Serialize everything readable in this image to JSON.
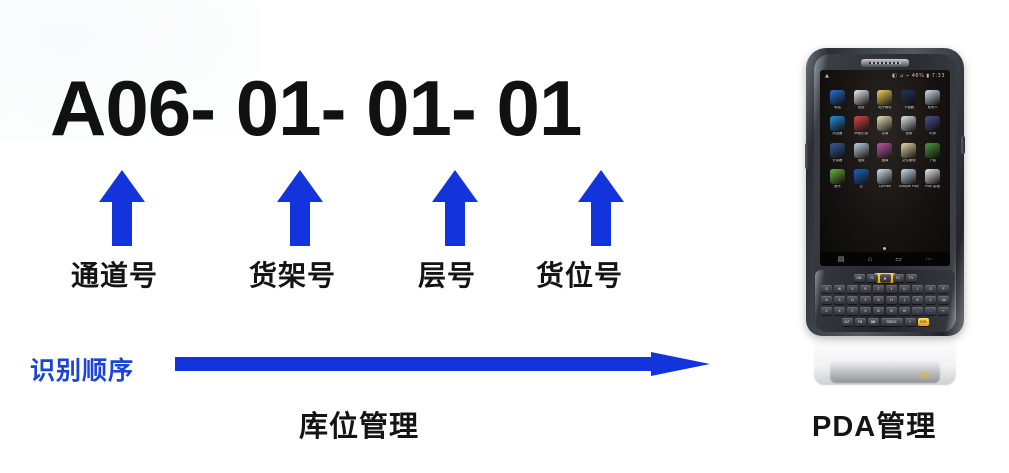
{
  "diagram": {
    "code_segments": [
      "A06-",
      " 01-",
      " 01-",
      " 01"
    ],
    "code_full": "A06- 01- 01- 01",
    "accent_blue": "#1333dc",
    "text_black": "#141414",
    "fields": [
      {
        "label": "通道号",
        "meaning": "aisle-number"
      },
      {
        "label": "货架号",
        "meaning": "rack-number"
      },
      {
        "label": "层号",
        "meaning": "level-number"
      },
      {
        "label": "货位号",
        "meaning": "bin-number"
      }
    ],
    "sequence": {
      "label": "识别顺序",
      "arrow": "right-arrow"
    },
    "captions": {
      "left": "库位管理",
      "right": "PDA管理"
    }
  },
  "pda": {
    "status_bar": {
      "left": "▲",
      "right": "◧ ⊿ ⌁ 46% ▮ 7:33"
    },
    "apps": [
      {
        "name": "电话",
        "icon": "phone-icon",
        "color": "#2a6fd6"
      },
      {
        "name": "短信",
        "icon": "message-icon",
        "color": "#e9eef3"
      },
      {
        "name": "电子邮件",
        "icon": "email-icon",
        "color": "#f0d35a"
      },
      {
        "name": "下载器",
        "icon": "downloads-icon",
        "color": "#223458"
      },
      {
        "name": "联系人",
        "icon": "contacts-icon",
        "color": "#cfe0ef"
      },
      {
        "name": "浏览器",
        "icon": "browser-icon",
        "color": "#2b8fd8"
      },
      {
        "name": "声音记录",
        "icon": "recorder-icon",
        "color": "#d8464a"
      },
      {
        "name": "记事",
        "icon": "notes-icon",
        "color": "#e7e0b8"
      },
      {
        "name": "设置",
        "icon": "settings-gear-icon",
        "color": "#e3e7ea"
      },
      {
        "name": "时钟",
        "icon": "clock-icon",
        "color": "#4a4f8c"
      },
      {
        "name": "计算器",
        "icon": "calculator-icon",
        "color": "#3b5d9c"
      },
      {
        "name": "搜索",
        "icon": "search-icon",
        "color": "#bcd4e7"
      },
      {
        "name": "图库",
        "icon": "gallery-icon",
        "color": "#b85aa0"
      },
      {
        "name": "文件管理",
        "icon": "file-manager-icon",
        "color": "#e6d9a8"
      },
      {
        "name": "下载",
        "icon": "compass-icon",
        "color": "#4f9a3c"
      },
      {
        "name": "音乐",
        "icon": "music-icon",
        "color": "#69b33c"
      },
      {
        "name": "云",
        "icon": "cloud-icon",
        "color": "#1f63c4"
      },
      {
        "name": "Lychee",
        "icon": "camera-icon",
        "color": "#cfe3f2"
      },
      {
        "name": "Google Play",
        "icon": "play-store-icon",
        "color": "#c9dcef"
      },
      {
        "name": "Play 影视",
        "icon": "play-movies-icon",
        "color": "#e8eef4"
      }
    ],
    "nav_buttons": [
      {
        "name": "menu-button",
        "glyph": "▤"
      },
      {
        "name": "home-button",
        "glyph": "⌂"
      },
      {
        "name": "back-button",
        "glyph": "▭"
      },
      {
        "name": "recents-button",
        "glyph": "⋯"
      }
    ],
    "scan_key_label": "",
    "keyboard_rows": [
      [
        "ON",
        "F1",
        "▲",
        "F2",
        "F3"
      ],
      [
        "Q",
        "W",
        "E",
        "R",
        "T",
        "Y",
        "U",
        "I",
        "O",
        "P"
      ],
      [
        "A",
        "S",
        "D",
        "F",
        "G",
        "H",
        "J",
        "K",
        "L",
        "⌫"
      ],
      [
        "Z",
        "X",
        "C",
        "V",
        "B",
        "N",
        "M",
        ",",
        ".",
        "↵"
      ],
      [
        "ALT",
        "FN",
        "⌨",
        "SPACE",
        "↑",
        "SYM",
        ""
      ]
    ]
  }
}
